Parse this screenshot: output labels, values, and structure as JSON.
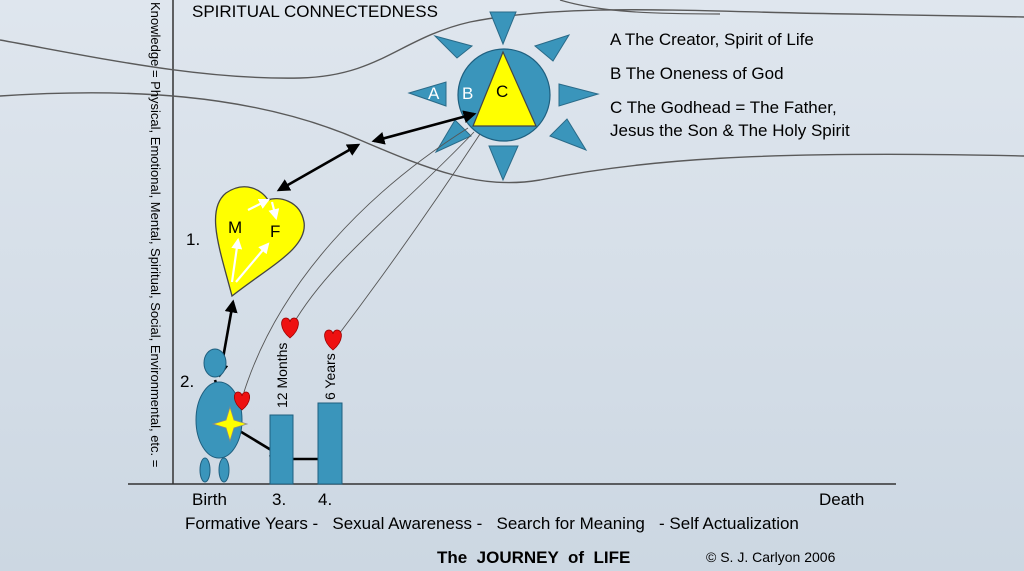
{
  "title": "SPIRITUAL CONNECTEDNESS",
  "y_axis_label": "Knowledge = Physical, Emotional, Mental, Spiritual, Social, Environmental, etc. =",
  "sun": {
    "labels": {
      "a": "A",
      "b": "B",
      "c": "C"
    }
  },
  "legend": {
    "line_a": "A  The Creator, Spirit of Life",
    "line_b": "B  The Oneness of God",
    "line_c1": "C  The Godhead = The Father,",
    "line_c2": "Jesus the Son & The Holy Spirit"
  },
  "heart": {
    "m": "M",
    "f": "F",
    "number": "1."
  },
  "person": {
    "number": "2."
  },
  "bars": {
    "bar1_label": "12 Months",
    "bar2_label": "6 Years"
  },
  "x_axis": {
    "birth": "Birth",
    "marker3": "3.",
    "marker4": "4.",
    "death": "Death",
    "stages": "Formative Years -   Sexual Awareness -   Search for Meaning   - Self Actualization"
  },
  "footer": {
    "title": "The  JOURNEY  of  LIFE",
    "copyright": "© S. J. Carlyon 2006"
  },
  "colors": {
    "blue": "#3a95bb",
    "yellow": "#ffff00",
    "red": "#ee1111",
    "axis": "#333333"
  }
}
